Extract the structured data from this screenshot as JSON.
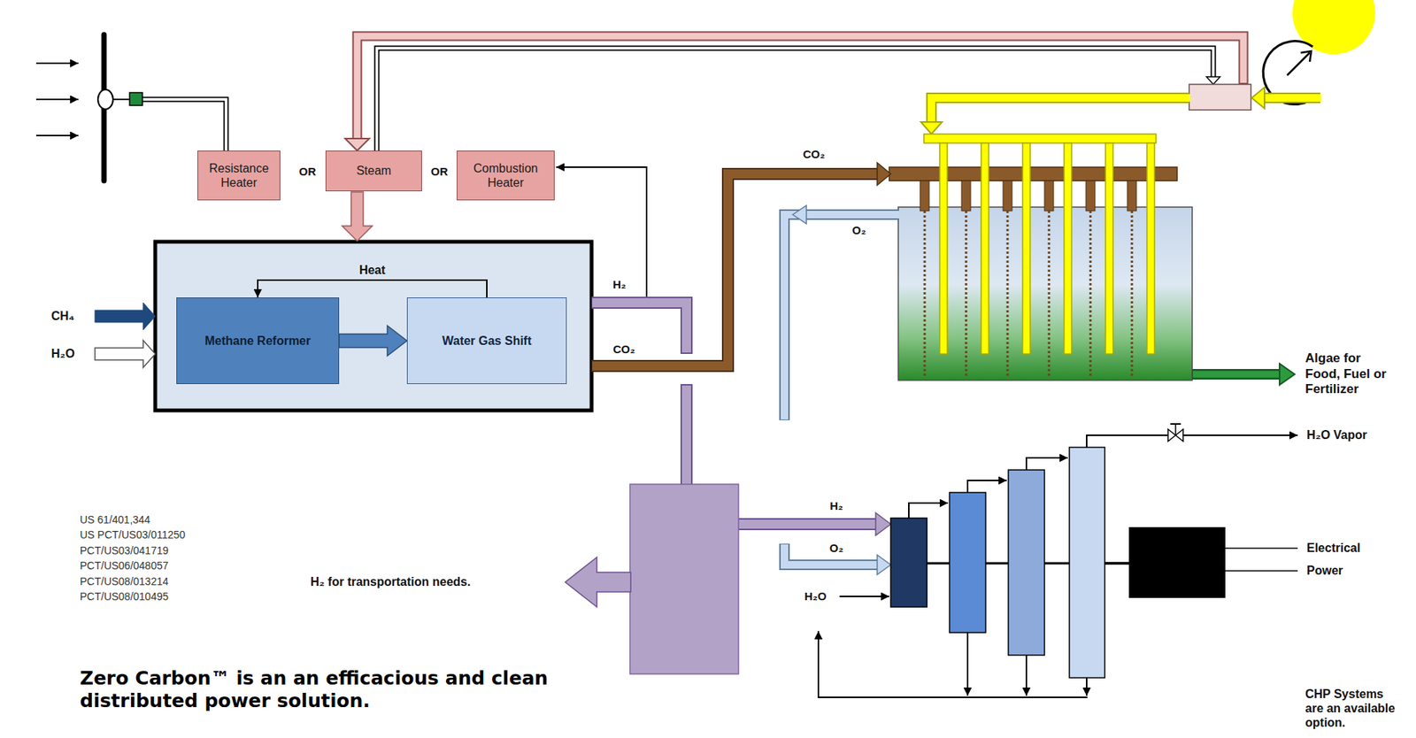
{
  "diagram": {
    "caption": "Zero Carbon™ is an an efficacious and clean distributed power solution.",
    "nodes": [
      {
        "text": [
          "Resistance Heater"
        ]
      },
      {
        "text": [
          "Steam"
        ]
      },
      {
        "text": [
          "Combustion Heater"
        ]
      },
      {
        "text": [
          "Methane Reformer"
        ]
      },
      {
        "text": [
          "Water Gas Shift"
        ]
      }
    ],
    "edges": [
      {
        "from": 3,
        "to": 4,
        "arrow": "to"
      },
      {
        "from": 4,
        "to": 3,
        "label": "Heat",
        "arrow": "to"
      }
    ],
    "labels": [
      "OR",
      "OR",
      "CH₄",
      "H₂O",
      "H₂",
      "CO₂",
      "CO₂",
      "O₂",
      "Algae for Food, Fuel or Fertilizer",
      "H₂O Vapor",
      "US 61/401,344",
      "US PCT/US03/011250",
      "PCT/US03/041719",
      "PCT/US06/048057",
      "PCT/US08/013214",
      "PCT/US08/010495",
      "H₂ for transportation needs.",
      "H₂",
      "O₂",
      "H₂O",
      "Electrical",
      "Power",
      "CHP Systems are an available option."
    ]
  }
}
